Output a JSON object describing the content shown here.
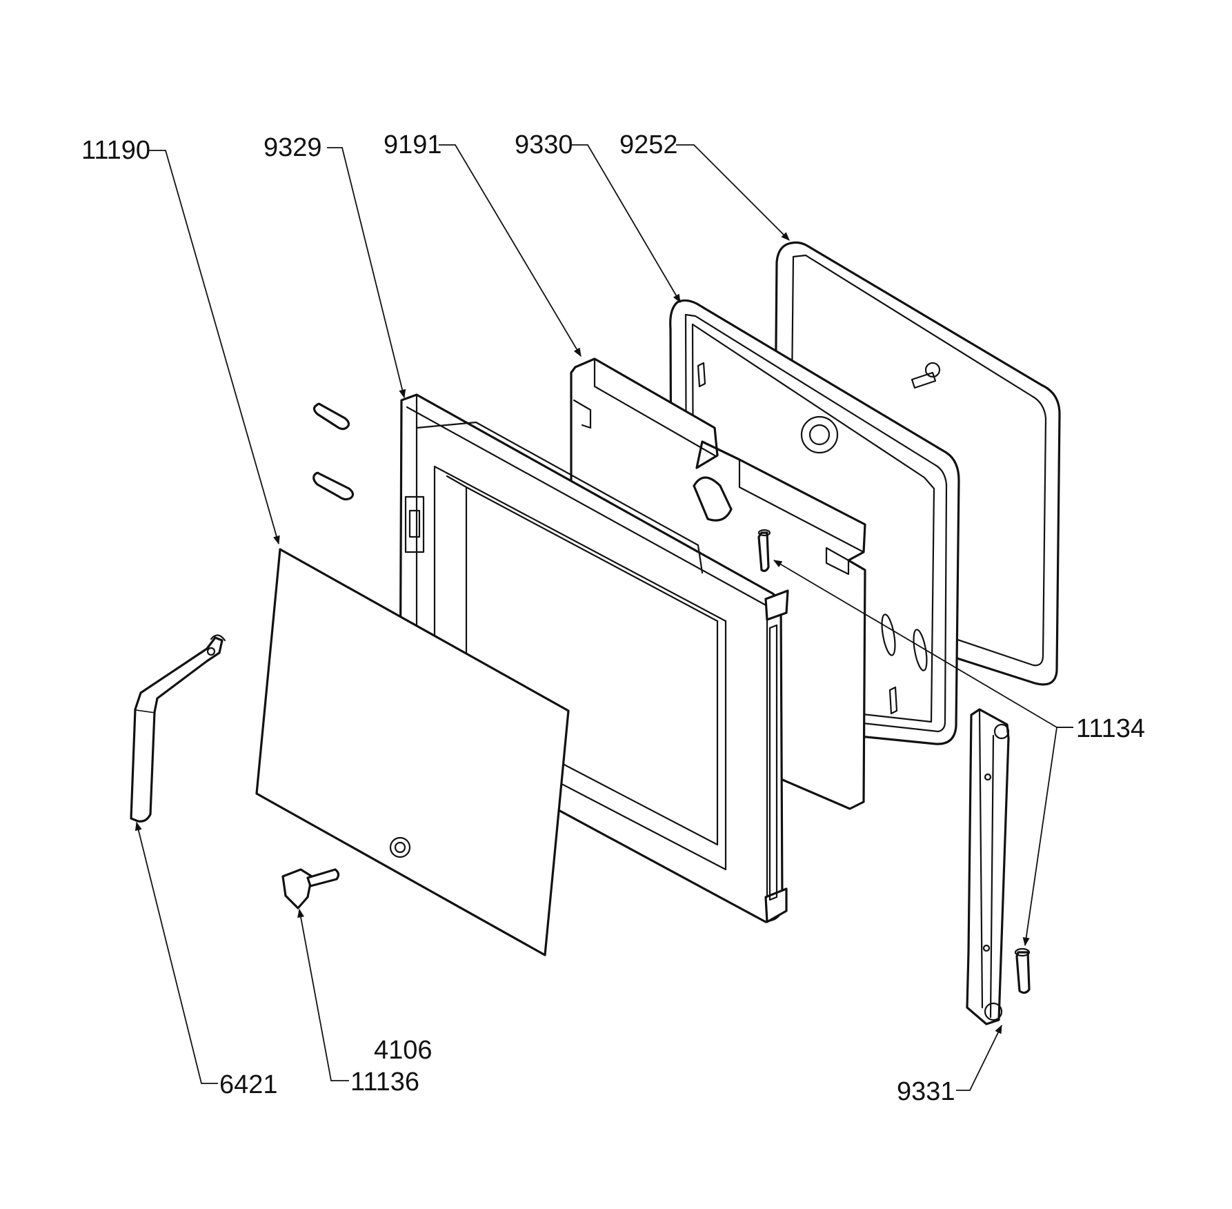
{
  "diagram": {
    "callouts": [
      {
        "id": "c11190",
        "text": "11190"
      },
      {
        "id": "c9329",
        "text": "9329"
      },
      {
        "id": "c9191",
        "text": "9191"
      },
      {
        "id": "c9330",
        "text": "9330"
      },
      {
        "id": "c9252",
        "text": "9252"
      },
      {
        "id": "c11134",
        "text": "11134"
      },
      {
        "id": "c4106",
        "text": "4106"
      },
      {
        "id": "c11136",
        "text": "11136"
      },
      {
        "id": "c6421",
        "text": "6421"
      },
      {
        "id": "c9331",
        "text": "9331"
      }
    ]
  }
}
